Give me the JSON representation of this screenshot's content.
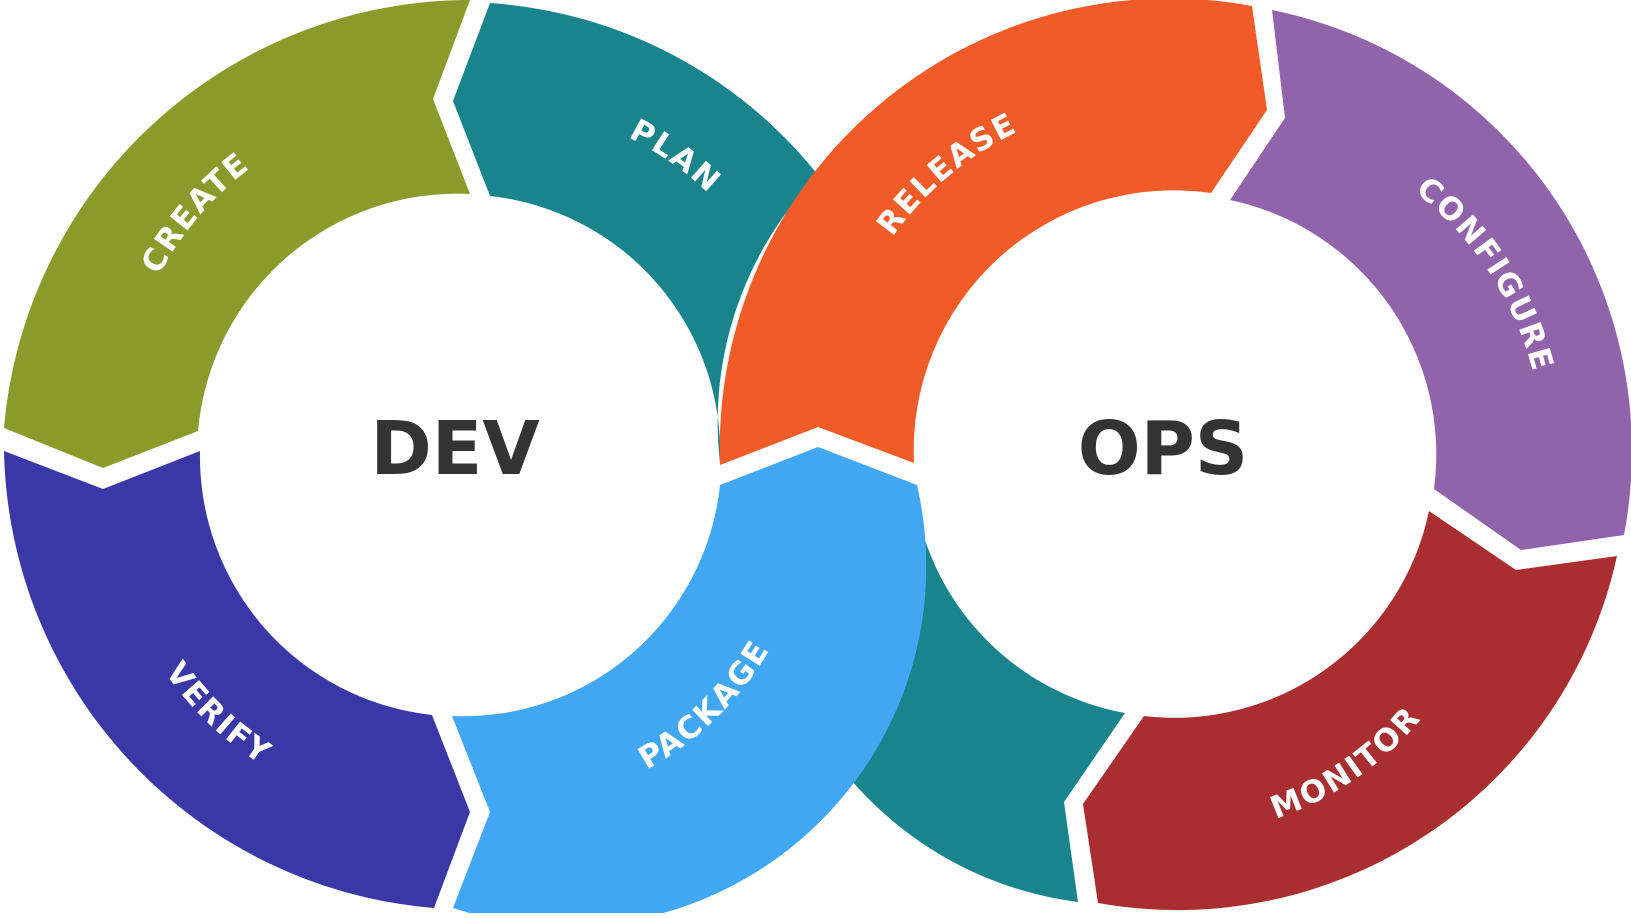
{
  "diagram": {
    "dev_label": "DEV",
    "ops_label": "OPS",
    "dev_segments": [
      {
        "id": "create",
        "label": "CREATE",
        "color": "#8a9b2c"
      },
      {
        "id": "plan",
        "label": "PLAN",
        "color": "#1a848c"
      },
      {
        "id": "verify",
        "label": "VERIFY",
        "color": "#3a37a6"
      },
      {
        "id": "package",
        "label": "PACKAGE",
        "color": "#42a7f2"
      }
    ],
    "ops_segments": [
      {
        "id": "release",
        "label": "RELEASE",
        "color": "#f15b27"
      },
      {
        "id": "configure",
        "label": "CONFIGURE",
        "color": "#9163ab"
      },
      {
        "id": "monitor",
        "label": "MONITOR",
        "color": "#a82e2f"
      },
      {
        "id": "ops-teal",
        "label": "",
        "color": "#1a848c"
      }
    ]
  }
}
